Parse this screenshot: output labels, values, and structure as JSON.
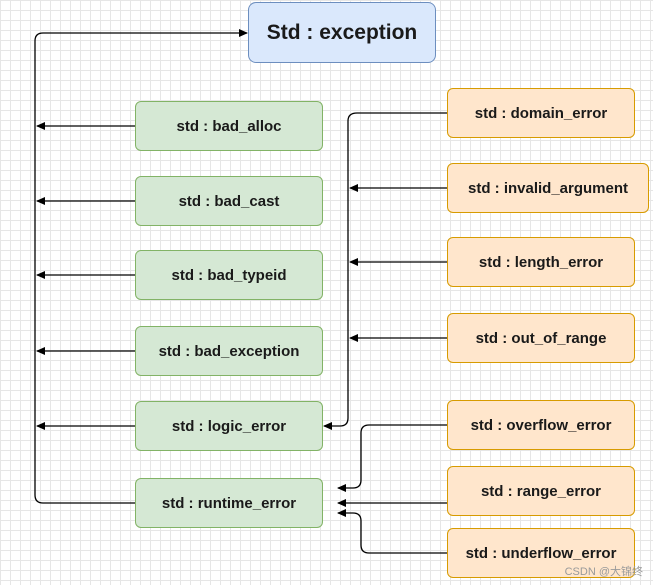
{
  "root": {
    "label": "Std : exception"
  },
  "left_column": [
    {
      "label": "std : bad_alloc"
    },
    {
      "label": "std : bad_cast"
    },
    {
      "label": "std : bad_typeid"
    },
    {
      "label": "std : bad_exception"
    },
    {
      "label": "std : logic_error"
    },
    {
      "label": "std : runtime_error"
    }
  ],
  "logic_error_children": [
    {
      "label": "std : domain_error"
    },
    {
      "label": "std : invalid_argument"
    },
    {
      "label": "std : length_error"
    },
    {
      "label": "std : out_of_range"
    }
  ],
  "runtime_error_children": [
    {
      "label": "std : overflow_error"
    },
    {
      "label": "std : range_error"
    },
    {
      "label": "std : underflow_error"
    }
  ],
  "colors": {
    "root_fill": "#dae8fc",
    "root_border": "#6c8ebf",
    "base_fill": "#d5e8d4",
    "base_border": "#82b366",
    "derived_fill": "#ffe6cc",
    "derived_border": "#d79b00",
    "edge": "#000000"
  },
  "watermark": "CSDN @大锦终"
}
